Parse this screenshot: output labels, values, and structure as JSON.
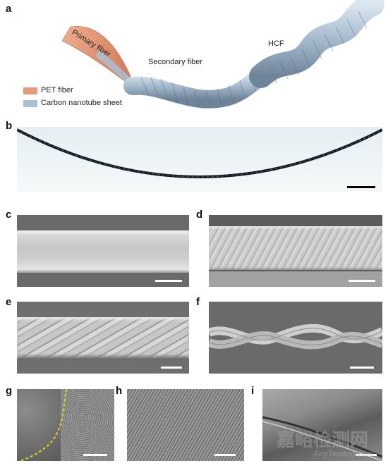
{
  "figure": {
    "panel_labels": [
      "a",
      "b",
      "c",
      "d",
      "e",
      "f",
      "g",
      "h",
      "i"
    ],
    "schematic": {
      "primary_fiber": "Primary fiber",
      "secondary_fiber": "Secondary fiber",
      "hcf": "HCF",
      "legend": [
        {
          "label": "PET fiber",
          "color": "#e79a7c"
        },
        {
          "label": "Carbon nanotube sheet",
          "color": "#a9c0d6"
        }
      ]
    }
  },
  "watermark": {
    "cn": "嘉峪检测网",
    "en": "AnyTesting.com"
  }
}
